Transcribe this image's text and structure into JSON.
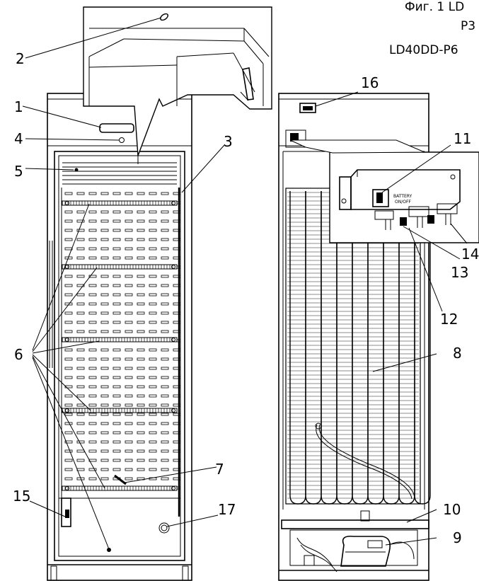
{
  "caption": {
    "line1": "Фиг. 1 LD",
    "line2": "Р3",
    "line3": "LD40DD-P6"
  },
  "controller_label": {
    "line1": "BATTERY",
    "line2": "ON/OFF"
  },
  "callouts": [
    "1",
    "2",
    "3",
    "4",
    "5",
    "6",
    "7",
    "8",
    "9",
    "10",
    "11",
    "12",
    "13",
    "14",
    "15",
    "16",
    "17"
  ]
}
